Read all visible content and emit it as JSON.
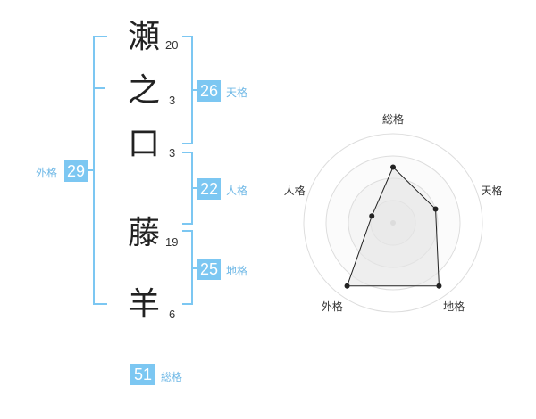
{
  "name_chars": [
    {
      "char": "瀬",
      "strokes": "20"
    },
    {
      "char": "之",
      "strokes": "3"
    },
    {
      "char": "口",
      "strokes": "3"
    },
    {
      "char": "藤",
      "strokes": "19"
    },
    {
      "char": "羊",
      "strokes": "6"
    }
  ],
  "scores": {
    "tenkaku": {
      "value": "26",
      "label": "天格"
    },
    "jinkaku": {
      "value": "22",
      "label": "人格"
    },
    "chikaku": {
      "value": "25",
      "label": "地格"
    },
    "gaikaku": {
      "value": "29",
      "label": "外格"
    },
    "soukaku": {
      "value": "51",
      "label": "総格"
    }
  },
  "colors": {
    "accent": "#7cc7f2",
    "box_text": "#ffffff"
  },
  "chart_data": {
    "type": "radar",
    "axes": [
      "総格",
      "天格",
      "地格",
      "外格",
      "人格"
    ],
    "max": 4,
    "values": [
      2.5,
      2.0,
      3.5,
      3.5,
      1.0
    ],
    "rings": 4,
    "grid": true
  }
}
